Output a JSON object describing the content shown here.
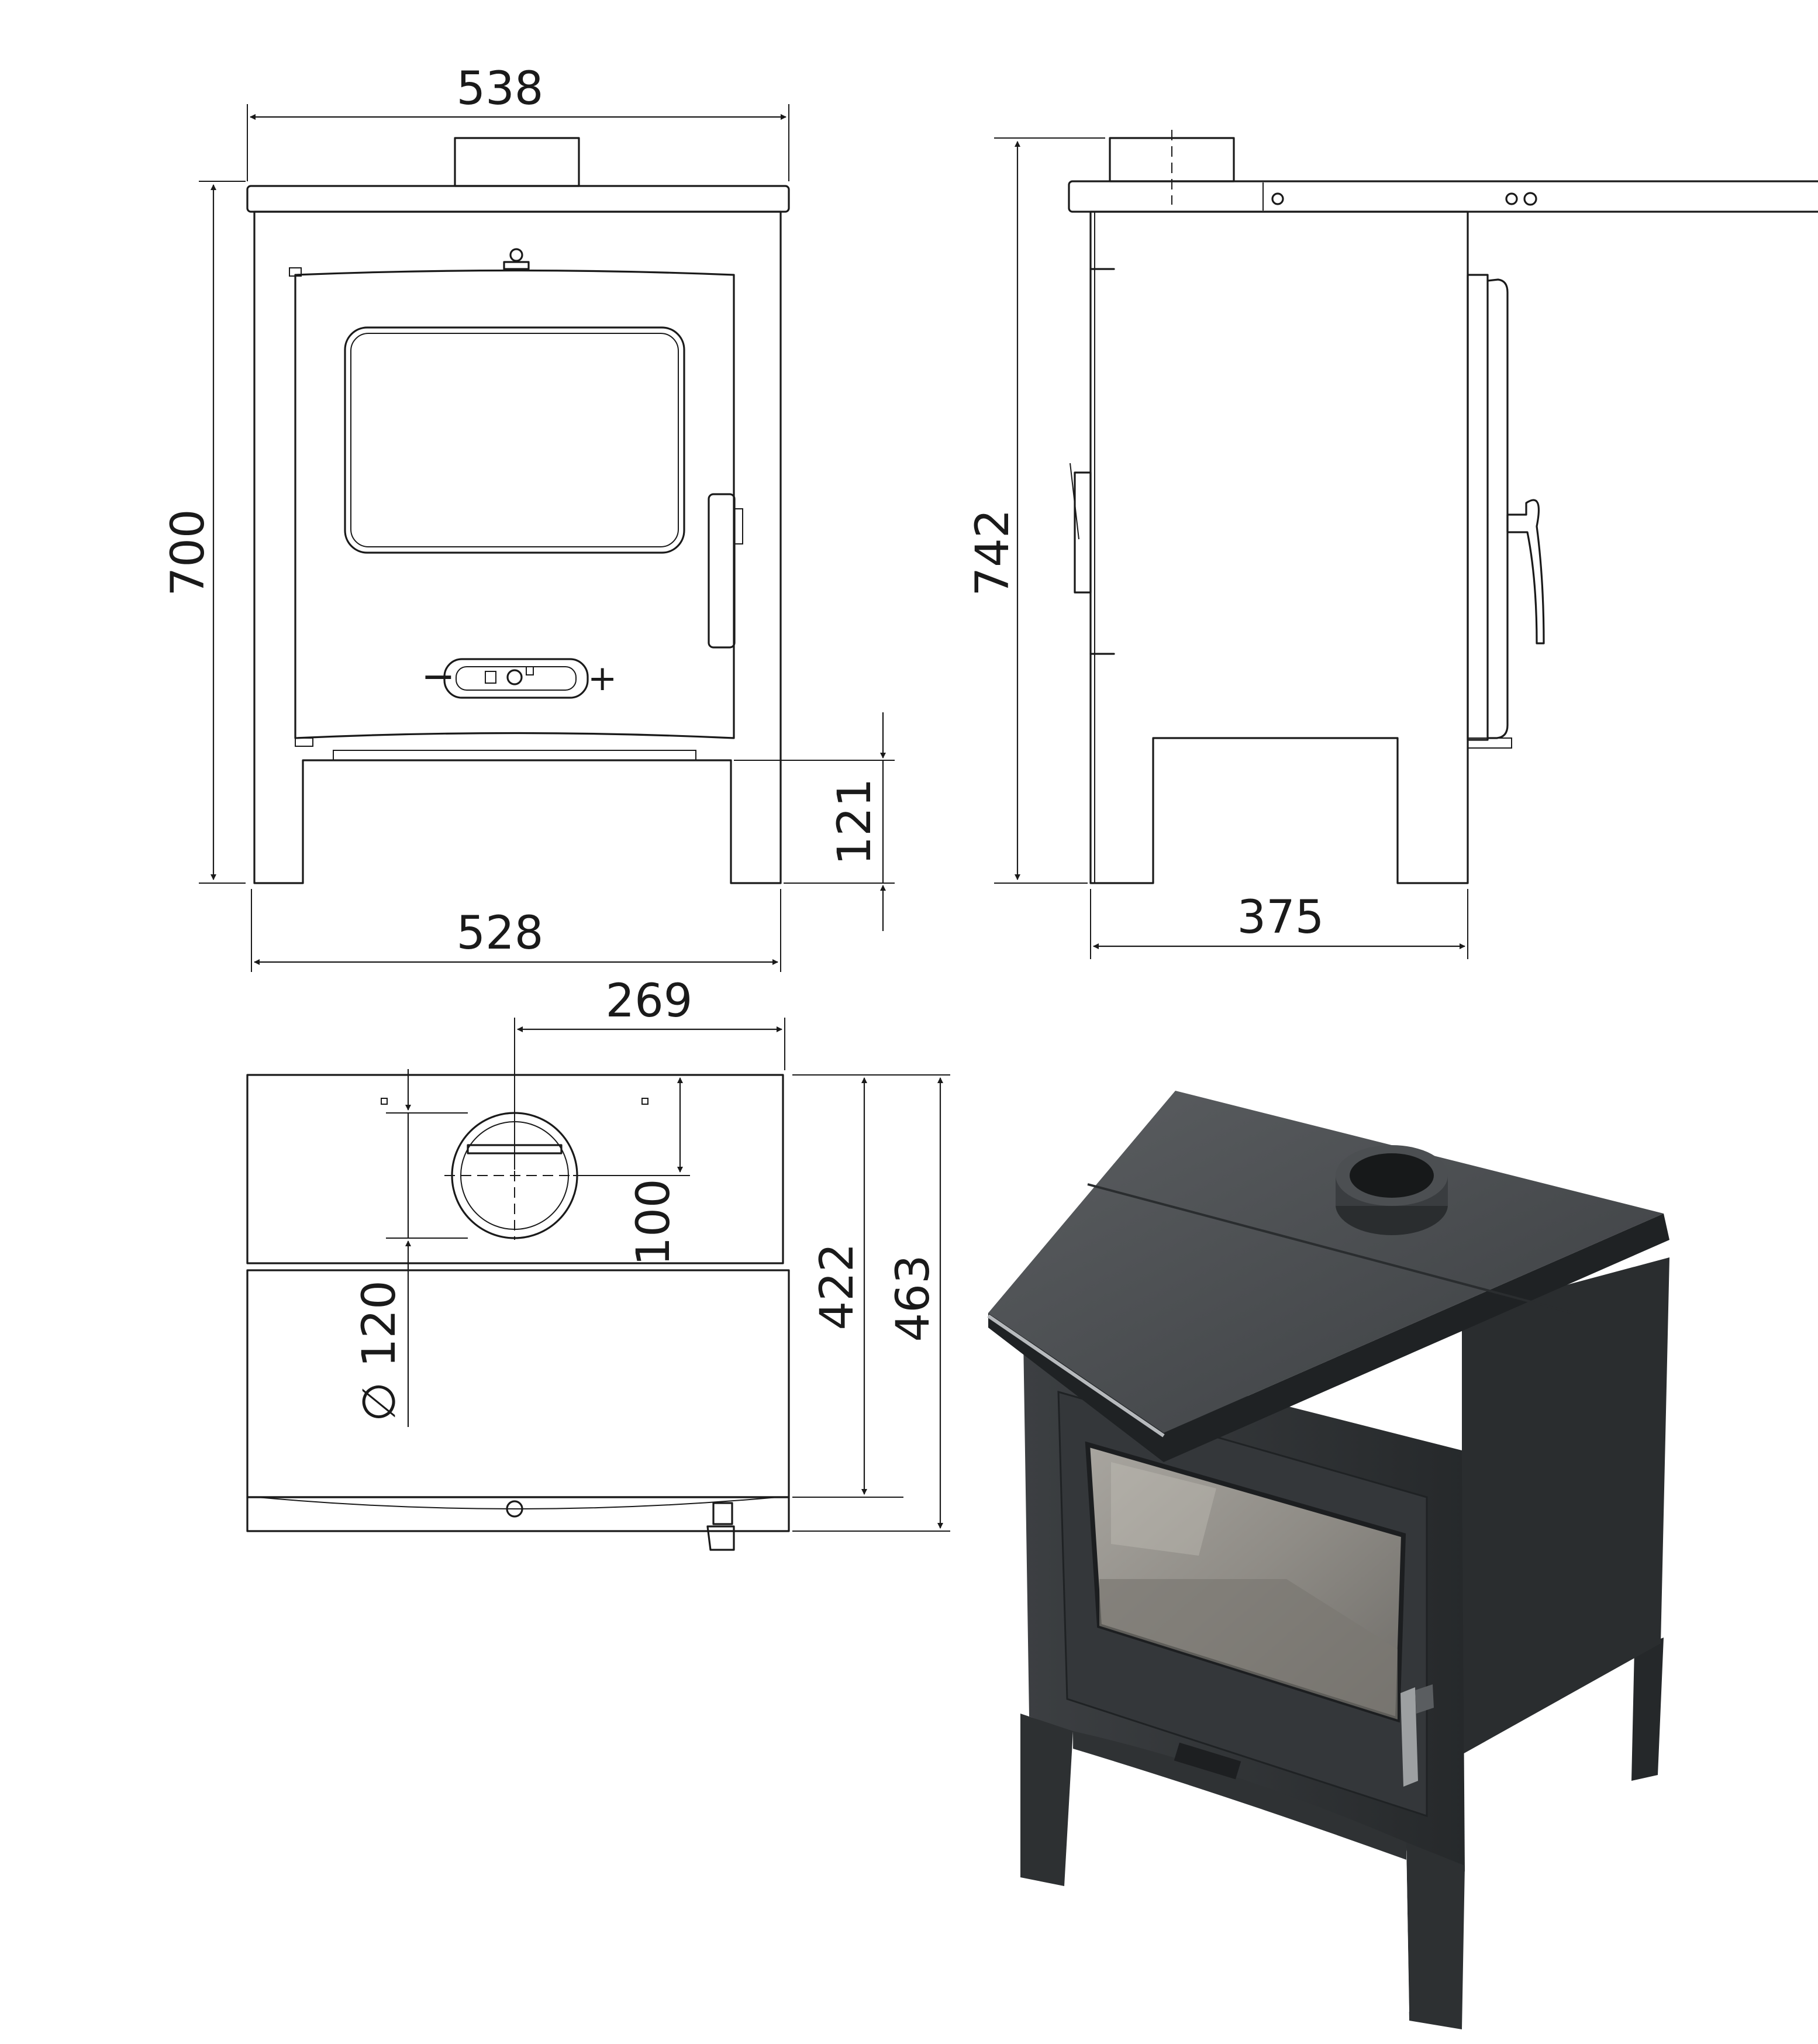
{
  "front_view": {
    "width_top": "538",
    "width_bottom": "528",
    "height": "700",
    "leg_height": "121",
    "air_control_minus": "−",
    "air_control_plus": "+"
  },
  "side_view": {
    "height": "742",
    "depth": "375"
  },
  "top_view": {
    "flue_offset": "269",
    "flue_center_depth": "100",
    "flue_diameter": "∅ 120",
    "body_depth": "422",
    "overall_depth": "463"
  },
  "render_3d": {
    "stove_color": "#2e3133",
    "glass_color": "#8f8c86"
  }
}
